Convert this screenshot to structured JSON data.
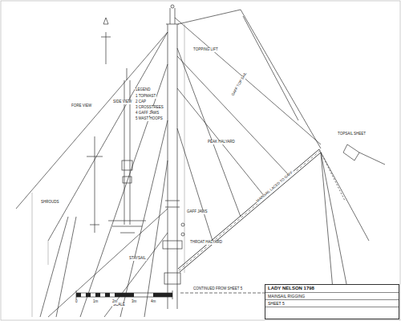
{
  "diagram": {
    "nodes": [
      {
        "text": [
          "LADY NELSON 1798",
          "MAINSAIL RIGGING",
          "SHEET 5"
        ]
      }
    ],
    "labels": [
      "GAFF TOP SAIL",
      "MAINSAIL LACED TO GAFF",
      "PEAK HALYARD",
      "THROAT HALYARD",
      "TOPPING LIFT",
      "LEGEND",
      "1 TOPMAST",
      "2 CAP",
      "3 CROSSTREES",
      "4 GAFF JAWS",
      "5 MAST HOOPS",
      "FORE VIEW",
      "SIDE VIEW",
      "TOPSAIL SHEET",
      "STAYSAIL",
      "SHROUDS",
      "GAFF JAWS",
      "CONTINUED FROM SHEET 5",
      "SCALE",
      "0",
      "1m",
      "2m",
      "3m",
      "4m"
    ]
  }
}
